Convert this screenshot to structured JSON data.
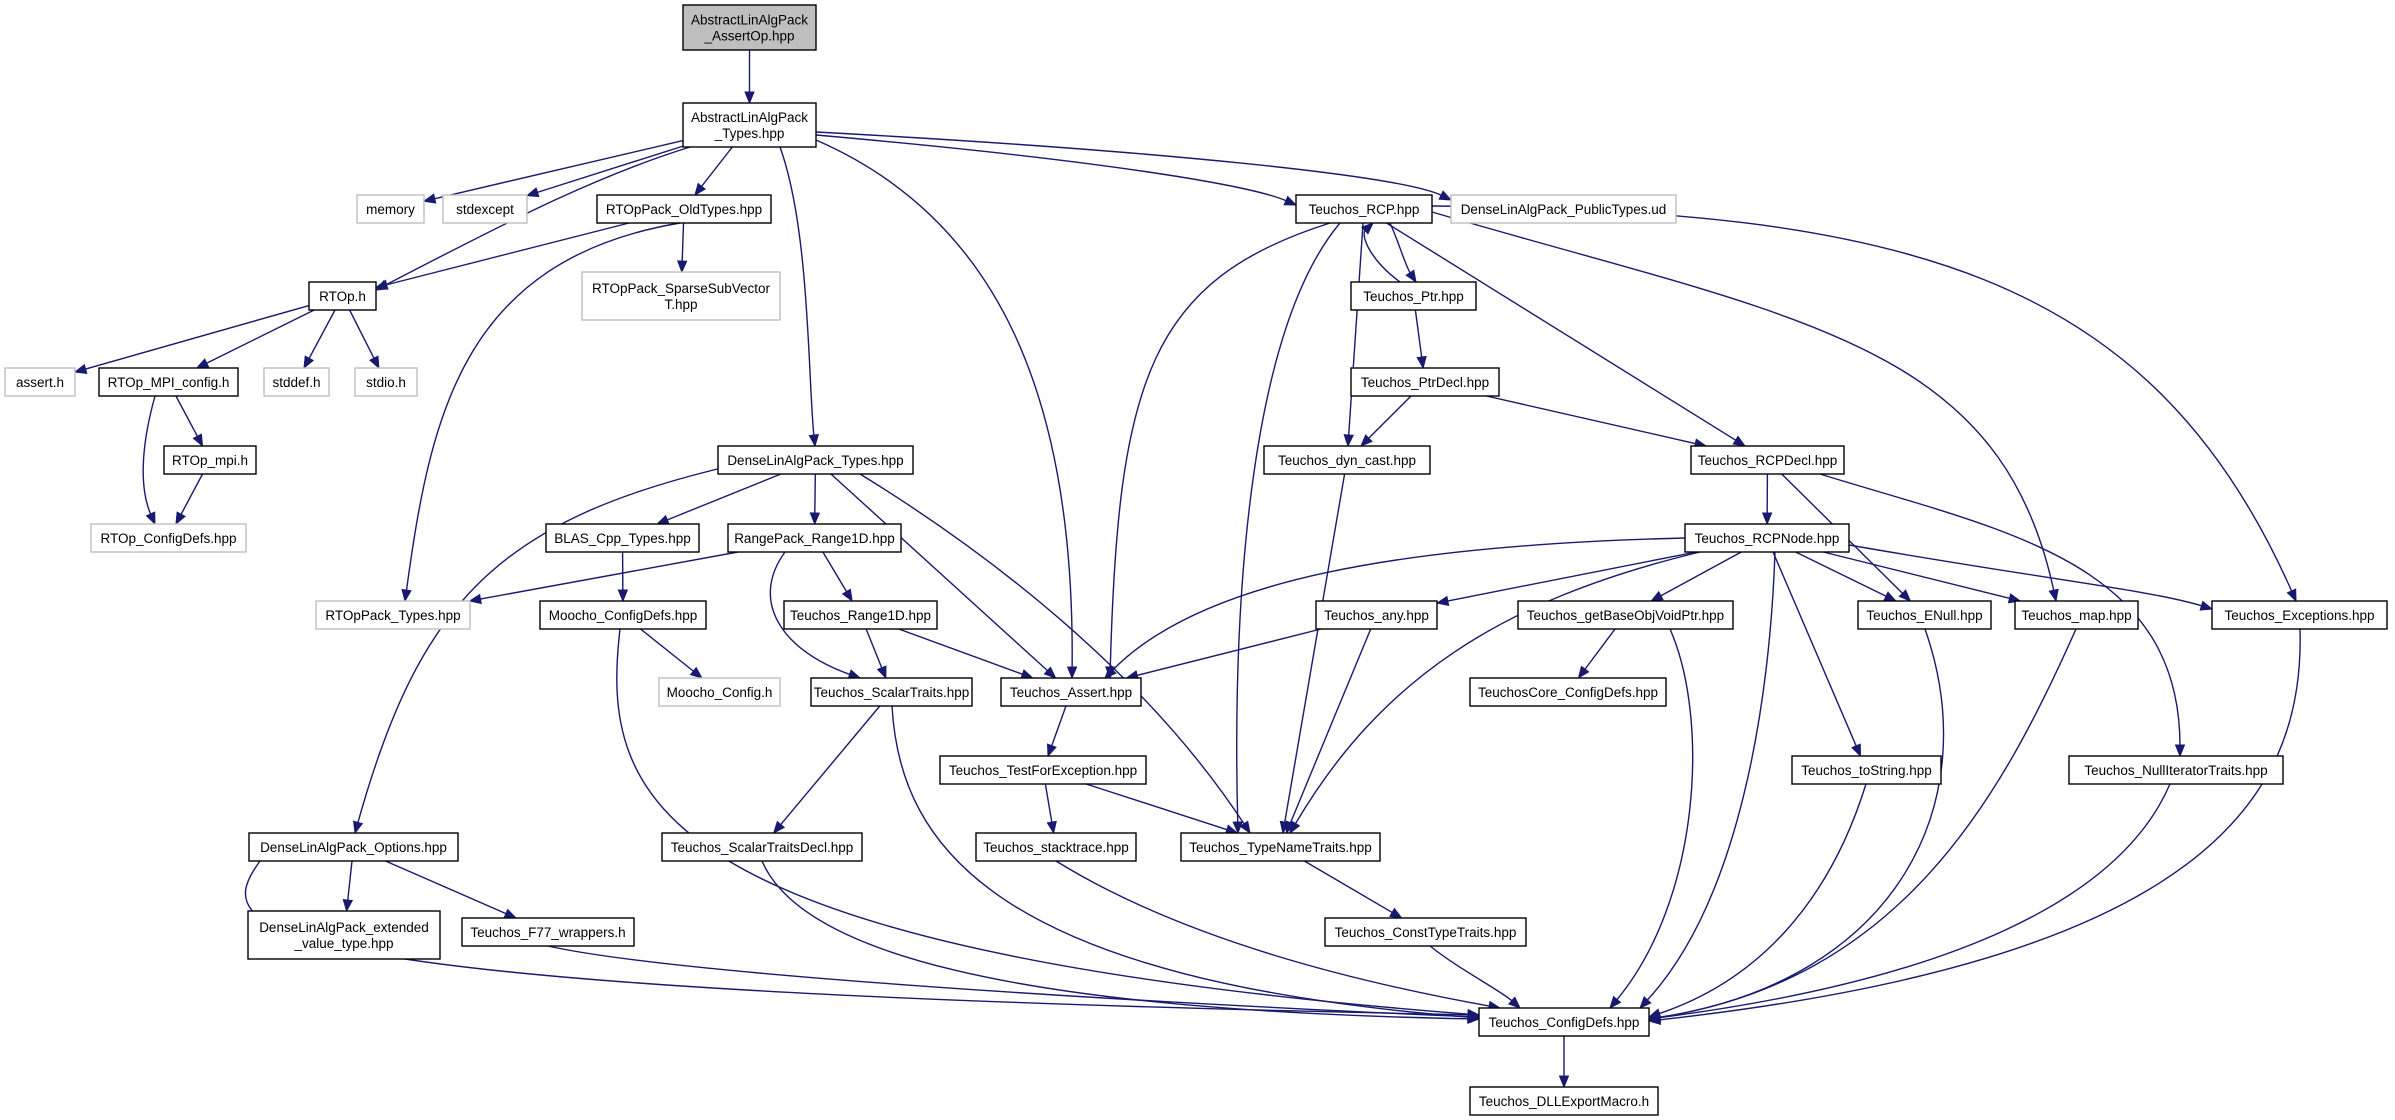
{
  "colors": {
    "edge": "#191970",
    "root_fill": "#bfbfbf",
    "node_border": "#000000",
    "external_border": "#bfbfbf",
    "background": "#ffffff"
  },
  "nodes": [
    {
      "id": "assertop",
      "lines": [
        "AbstractLinAlgPack",
        "_AssertOp.hpp"
      ],
      "kind": "root"
    },
    {
      "id": "alap_types",
      "lines": [
        "AbstractLinAlgPack",
        "_Types.hpp"
      ],
      "kind": "normal"
    },
    {
      "id": "memory",
      "lines": [
        "memory"
      ],
      "kind": "external"
    },
    {
      "id": "stdexcept",
      "lines": [
        "stdexcept"
      ],
      "kind": "external"
    },
    {
      "id": "rtoppack_oldtypes",
      "lines": [
        "RTOpPack_OldTypes.hpp"
      ],
      "kind": "normal"
    },
    {
      "id": "rcp",
      "lines": [
        "Teuchos_RCP.hpp"
      ],
      "kind": "normal"
    },
    {
      "id": "dlap_publictypes",
      "lines": [
        "DenseLinAlgPack_PublicTypes.ud"
      ],
      "kind": "external"
    },
    {
      "id": "rtop_h",
      "lines": [
        "RTOp.h"
      ],
      "kind": "normal"
    },
    {
      "id": "sparsesubvector",
      "lines": [
        "RTOpPack_SparseSubVector",
        "T.hpp"
      ],
      "kind": "external"
    },
    {
      "id": "ptr",
      "lines": [
        "Teuchos_Ptr.hpp"
      ],
      "kind": "normal"
    },
    {
      "id": "assert_h",
      "lines": [
        "assert.h"
      ],
      "kind": "external"
    },
    {
      "id": "mpi_config",
      "lines": [
        "RTOp_MPI_config.h"
      ],
      "kind": "normal"
    },
    {
      "id": "stddef",
      "lines": [
        "stddef.h"
      ],
      "kind": "external"
    },
    {
      "id": "stdio",
      "lines": [
        "stdio.h"
      ],
      "kind": "external"
    },
    {
      "id": "ptrdecl",
      "lines": [
        "Teuchos_PtrDecl.hpp"
      ],
      "kind": "normal"
    },
    {
      "id": "rtop_mpi",
      "lines": [
        "RTOp_mpi.h"
      ],
      "kind": "normal"
    },
    {
      "id": "dlap_types",
      "lines": [
        "DenseLinAlgPack_Types.hpp"
      ],
      "kind": "normal"
    },
    {
      "id": "dyncast",
      "lines": [
        "Teuchos_dyn_cast.hpp"
      ],
      "kind": "normal"
    },
    {
      "id": "rcpdecl",
      "lines": [
        "Teuchos_RCPDecl.hpp"
      ],
      "kind": "normal"
    },
    {
      "id": "rtop_configdefs",
      "lines": [
        "RTOp_ConfigDefs.hpp"
      ],
      "kind": "external"
    },
    {
      "id": "blas_cpp",
      "lines": [
        "BLAS_Cpp_Types.hpp"
      ],
      "kind": "normal"
    },
    {
      "id": "rangepack",
      "lines": [
        "RangePack_Range1D.hpp"
      ],
      "kind": "normal"
    },
    {
      "id": "rcpnode",
      "lines": [
        "Teuchos_RCPNode.hpp"
      ],
      "kind": "normal"
    },
    {
      "id": "rtoppack_types",
      "lines": [
        "RTOpPack_Types.hpp"
      ],
      "kind": "external"
    },
    {
      "id": "moocho_configdefs",
      "lines": [
        "Moocho_ConfigDefs.hpp"
      ],
      "kind": "normal"
    },
    {
      "id": "range1d",
      "lines": [
        "Teuchos_Range1D.hpp"
      ],
      "kind": "normal"
    },
    {
      "id": "any",
      "lines": [
        "Teuchos_any.hpp"
      ],
      "kind": "normal"
    },
    {
      "id": "getbaseobj",
      "lines": [
        "Teuchos_getBaseObjVoidPtr.hpp"
      ],
      "kind": "normal"
    },
    {
      "id": "enull",
      "lines": [
        "Teuchos_ENull.hpp"
      ],
      "kind": "normal"
    },
    {
      "id": "map",
      "lines": [
        "Teuchos_map.hpp"
      ],
      "kind": "normal"
    },
    {
      "id": "exceptions",
      "lines": [
        "Teuchos_Exceptions.hpp"
      ],
      "kind": "normal"
    },
    {
      "id": "moocho_config",
      "lines": [
        "Moocho_Config.h"
      ],
      "kind": "external"
    },
    {
      "id": "scalartraits",
      "lines": [
        "Teuchos_ScalarTraits.hpp"
      ],
      "kind": "normal"
    },
    {
      "id": "assert",
      "lines": [
        "Teuchos_Assert.hpp"
      ],
      "kind": "normal"
    },
    {
      "id": "teuchoscore_configdefs",
      "lines": [
        "TeuchosCore_ConfigDefs.hpp"
      ],
      "kind": "normal"
    },
    {
      "id": "testforexception",
      "lines": [
        "Teuchos_TestForException.hpp"
      ],
      "kind": "normal"
    },
    {
      "id": "tostring",
      "lines": [
        "Teuchos_toString.hpp"
      ],
      "kind": "normal"
    },
    {
      "id": "nulliteratortraits",
      "lines": [
        "Teuchos_NullIteratorTraits.hpp"
      ],
      "kind": "normal"
    },
    {
      "id": "dlap_options",
      "lines": [
        "DenseLinAlgPack_Options.hpp"
      ],
      "kind": "normal"
    },
    {
      "id": "scalartraitsdecl",
      "lines": [
        "Teuchos_ScalarTraitsDecl.hpp"
      ],
      "kind": "normal"
    },
    {
      "id": "stacktrace",
      "lines": [
        "Teuchos_stacktrace.hpp"
      ],
      "kind": "normal"
    },
    {
      "id": "typenametraits",
      "lines": [
        "Teuchos_TypeNameTraits.hpp"
      ],
      "kind": "normal"
    },
    {
      "id": "dlap_extended",
      "lines": [
        "DenseLinAlgPack_extended",
        "_value_type.hpp"
      ],
      "kind": "normal"
    },
    {
      "id": "f77",
      "lines": [
        "Teuchos_F77_wrappers.h"
      ],
      "kind": "normal"
    },
    {
      "id": "consttypetraits",
      "lines": [
        "Teuchos_ConstTypeTraits.hpp"
      ],
      "kind": "normal"
    },
    {
      "id": "configdefs",
      "lines": [
        "Teuchos_ConfigDefs.hpp"
      ],
      "kind": "normal"
    },
    {
      "id": "dllexport",
      "lines": [
        "Teuchos_DLLExportMacro.h"
      ],
      "kind": "normal"
    }
  ],
  "edges": [
    [
      "assertop",
      "alap_types"
    ],
    [
      "alap_types",
      "memory"
    ],
    [
      "alap_types",
      "stdexcept"
    ],
    [
      "alap_types",
      "rtoppack_oldtypes"
    ],
    [
      "alap_types",
      "rcp"
    ],
    [
      "alap_types",
      "dlap_publictypes"
    ],
    [
      "alap_types",
      "rtop_h"
    ],
    [
      "alap_types",
      "dlap_types"
    ],
    [
      "alap_types",
      "assert"
    ],
    [
      "rtoppack_oldtypes",
      "rtop_h"
    ],
    [
      "rtoppack_oldtypes",
      "sparsesubvector"
    ],
    [
      "rtoppack_oldtypes",
      "rtoppack_types"
    ],
    [
      "rtop_h",
      "assert_h"
    ],
    [
      "rtop_h",
      "mpi_config"
    ],
    [
      "rtop_h",
      "stddef"
    ],
    [
      "rtop_h",
      "stdio"
    ],
    [
      "mpi_config",
      "rtop_mpi"
    ],
    [
      "mpi_config",
      "rtop_configdefs"
    ],
    [
      "rtop_mpi",
      "rtop_configdefs"
    ],
    [
      "rcp",
      "ptr"
    ],
    [
      "rcp",
      "dyncast"
    ],
    [
      "rcp",
      "rcpdecl"
    ],
    [
      "rcp",
      "assert"
    ],
    [
      "rcp",
      "typenametraits"
    ],
    [
      "rcp",
      "map"
    ],
    [
      "rcp",
      "exceptions"
    ],
    [
      "ptr",
      "rcp"
    ],
    [
      "ptr",
      "ptrdecl"
    ],
    [
      "ptrdecl",
      "dyncast"
    ],
    [
      "ptrdecl",
      "rcpdecl"
    ],
    [
      "dyncast",
      "typenametraits"
    ],
    [
      "rcpdecl",
      "rcpnode"
    ],
    [
      "rcpdecl",
      "enull"
    ],
    [
      "rcpdecl",
      "nulliteratortraits"
    ],
    [
      "rcpnode",
      "assert"
    ],
    [
      "rcpnode",
      "any"
    ],
    [
      "rcpnode",
      "getbaseobj"
    ],
    [
      "rcpnode",
      "enull"
    ],
    [
      "rcpnode",
      "map"
    ],
    [
      "rcpnode",
      "exceptions"
    ],
    [
      "rcpnode",
      "typenametraits"
    ],
    [
      "rcpnode",
      "tostring"
    ],
    [
      "rcpnode",
      "configdefs"
    ],
    [
      "dlap_types",
      "blas_cpp"
    ],
    [
      "dlap_types",
      "rangepack"
    ],
    [
      "dlap_types",
      "assert"
    ],
    [
      "dlap_types",
      "typenametraits"
    ],
    [
      "dlap_types",
      "dlap_options"
    ],
    [
      "blas_cpp",
      "moocho_configdefs"
    ],
    [
      "rangepack",
      "rtoppack_types"
    ],
    [
      "rangepack",
      "range1d"
    ],
    [
      "rangepack",
      "scalartraits"
    ],
    [
      "moocho_configdefs",
      "moocho_config"
    ],
    [
      "moocho_configdefs",
      "configdefs"
    ],
    [
      "range1d",
      "scalartraits"
    ],
    [
      "range1d",
      "assert"
    ],
    [
      "any",
      "assert"
    ],
    [
      "any",
      "typenametraits"
    ],
    [
      "getbaseobj",
      "teuchoscore_configdefs"
    ],
    [
      "getbaseobj",
      "configdefs"
    ],
    [
      "enull",
      "configdefs"
    ],
    [
      "map",
      "configdefs"
    ],
    [
      "exceptions",
      "configdefs"
    ],
    [
      "scalartraits",
      "scalartraitsdecl"
    ],
    [
      "scalartraits",
      "configdefs"
    ],
    [
      "assert",
      "testforexception"
    ],
    [
      "testforexception",
      "stacktrace"
    ],
    [
      "testforexception",
      "typenametraits"
    ],
    [
      "tostring",
      "configdefs"
    ],
    [
      "nulliteratortraits",
      "configdefs"
    ],
    [
      "dlap_options",
      "dlap_extended"
    ],
    [
      "dlap_options",
      "f77"
    ],
    [
      "dlap_options",
      "configdefs"
    ],
    [
      "scalartraitsdecl",
      "configdefs"
    ],
    [
      "stacktrace",
      "configdefs"
    ],
    [
      "typenametraits",
      "consttypetraits"
    ],
    [
      "consttypetraits",
      "configdefs"
    ],
    [
      "f77",
      "configdefs"
    ],
    [
      "configdefs",
      "dllexport"
    ]
  ]
}
